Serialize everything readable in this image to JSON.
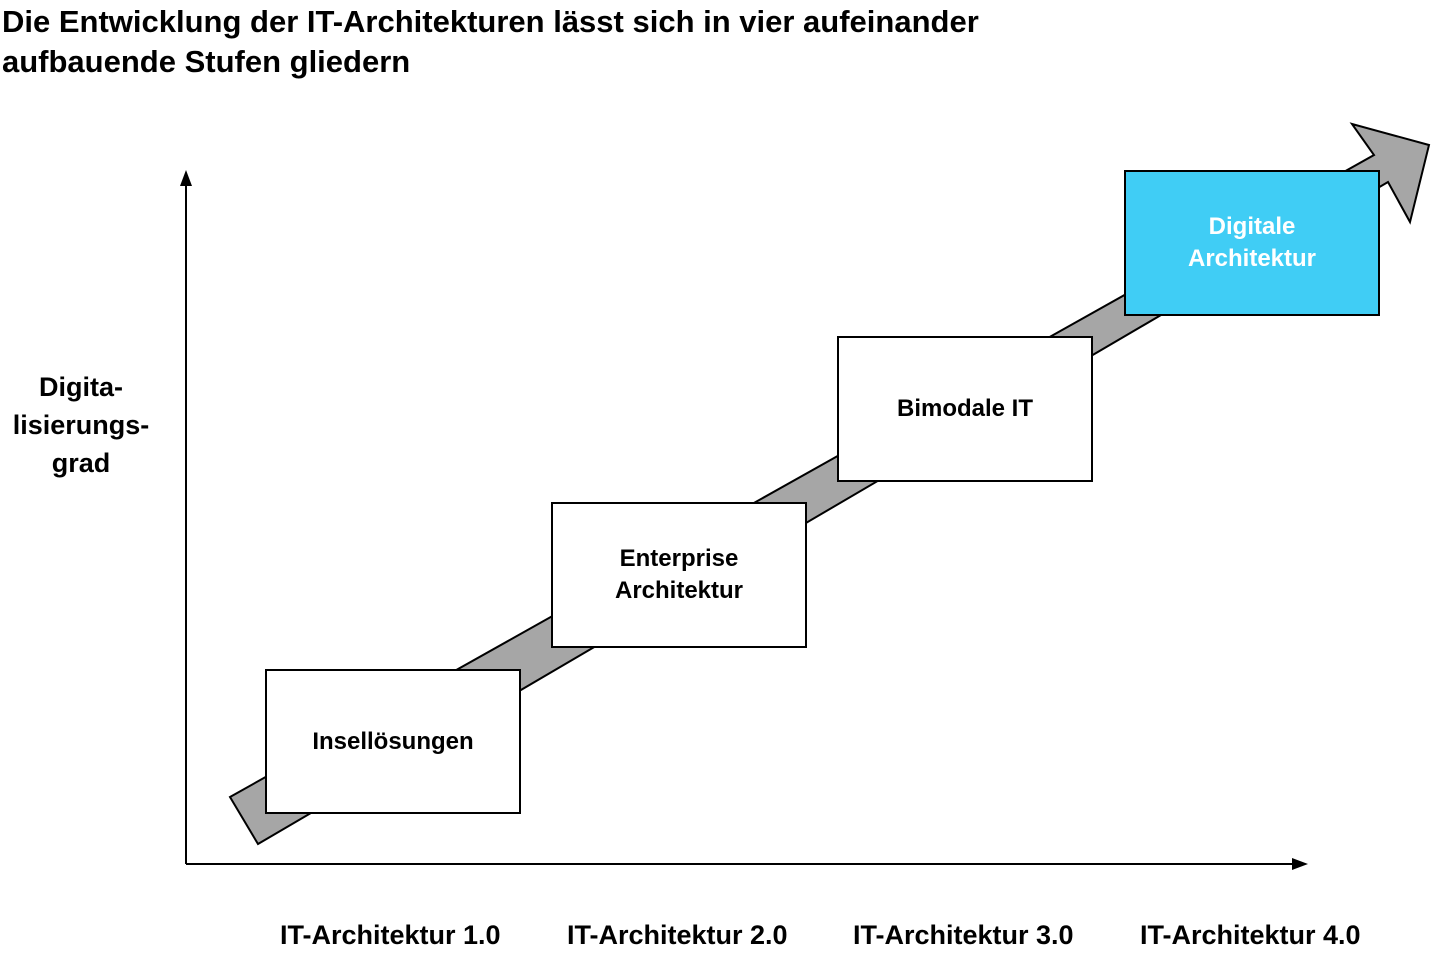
{
  "title": {
    "line1": "Die Entwicklung der IT-Architekturen lässt sich in vier aufeinander",
    "line2": "aufbauende Stufen gliedern"
  },
  "y_axis_label": {
    "line1": "Digita-",
    "line2": "lisierungs-",
    "line3": "grad"
  },
  "stages": [
    {
      "line1": "Insellösungen",
      "line2": ""
    },
    {
      "line1": "Enterprise",
      "line2": "Architektur"
    },
    {
      "line1": "Bimodale IT",
      "line2": ""
    },
    {
      "line1": "Digitale",
      "line2": "Architektur"
    }
  ],
  "x_labels": [
    "IT-Architektur 1.0",
    "IT-Architektur 2.0",
    "IT-Architektur 3.0",
    "IT-Architektur 4.0"
  ],
  "colors": {
    "arrow_fill": "#a6a6a6",
    "box_fill": "#ffffff",
    "highlight_fill": "#40cdf5",
    "axis": "#000000"
  }
}
